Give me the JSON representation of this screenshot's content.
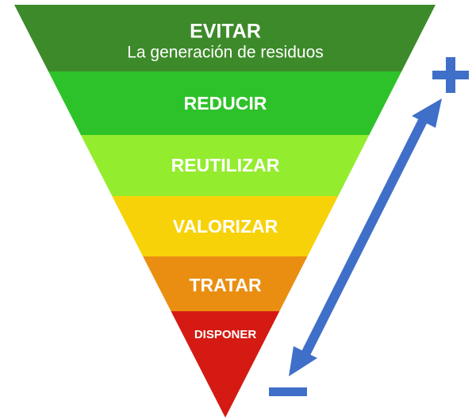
{
  "hierarchy": {
    "tiers": [
      {
        "label": "EVITAR",
        "sublabel": "La generación de residuos",
        "color": "#3d8a2a"
      },
      {
        "label": "REDUCIR",
        "color": "#2ec22a"
      },
      {
        "label": "REUTILIZAR",
        "color": "#94ec2f"
      },
      {
        "label": "VALORIZAR",
        "color": "#f7d208"
      },
      {
        "label": "TRATAR",
        "color": "#ea8e12"
      },
      {
        "label": "DISPONER",
        "color": "#d41a12"
      }
    ]
  },
  "scale": {
    "top_symbol": "+",
    "bottom_symbol": "−",
    "color": "#3f6fc8"
  }
}
